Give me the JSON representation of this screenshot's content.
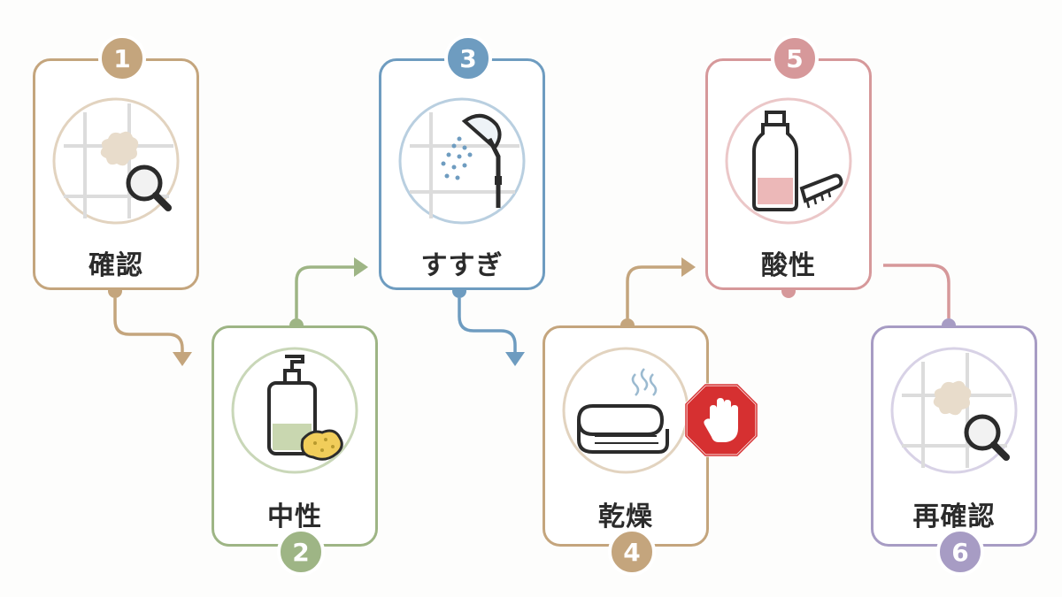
{
  "steps": [
    {
      "number": "1",
      "label": "確認",
      "color": "#c4a57d",
      "icon": "tile-stain-magnifier-icon"
    },
    {
      "number": "2",
      "label": "中性",
      "color": "#9eb585",
      "icon": "pump-bottle-sponge-icon"
    },
    {
      "number": "3",
      "label": "すすぎ",
      "color": "#6e9cc0",
      "icon": "shower-head-icon"
    },
    {
      "number": "4",
      "label": "乾燥",
      "color": "#c4a57d",
      "icon": "folded-towel-icon"
    },
    {
      "number": "5",
      "label": "酸性",
      "color": "#d6989a",
      "icon": "acid-bottle-brush-icon"
    },
    {
      "number": "6",
      "label": "再確認",
      "color": "#a79cc4",
      "icon": "tile-stain-magnifier-icon"
    }
  ],
  "warning": {
    "icon": "stop-hand-icon",
    "color": "#d63031"
  }
}
